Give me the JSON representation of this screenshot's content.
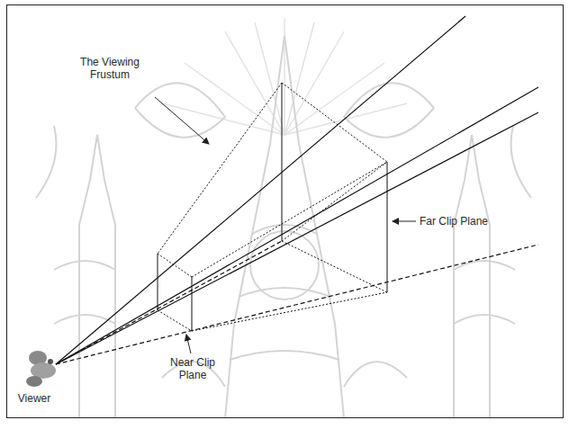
{
  "diagram": {
    "labels": [
      "The Viewing Frustum",
      "Far Clip Plane",
      "Near Clip Plane",
      "Viewer"
    ]
  }
}
